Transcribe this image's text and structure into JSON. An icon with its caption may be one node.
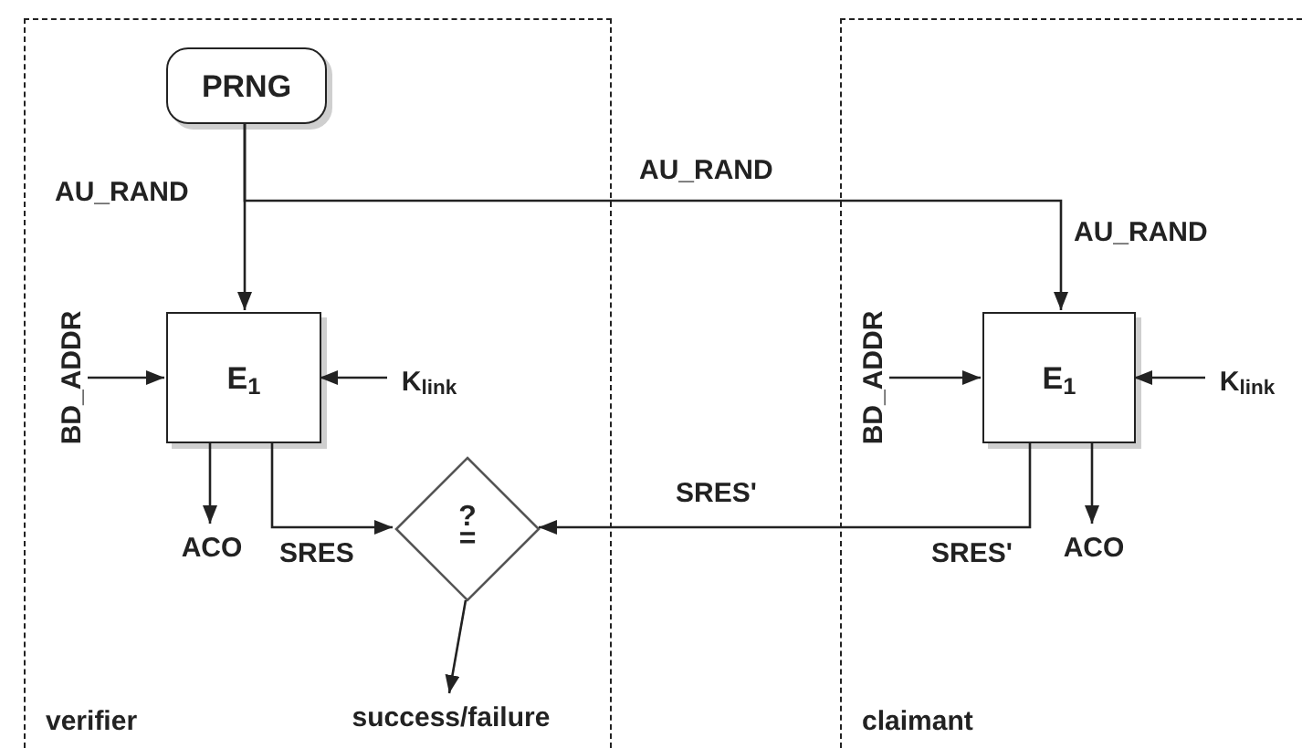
{
  "diagram": {
    "nodes": [
      {
        "text": [
          "verifier"
        ]
      },
      {
        "text": [
          "PRNG"
        ],
        "in": 0
      },
      {
        "text": [
          "E$_{1}$"
        ],
        "in": 0
      },
      {
        "text": [
          "BD_ADDR"
        ],
        "in": 0
      },
      {
        "text": [
          "K$_{link}$"
        ],
        "in": 0
      },
      {
        "text": [
          "ACO"
        ],
        "in": 0
      },
      {
        "text": [
          "?",
          "="
        ],
        "in": 0
      },
      {
        "text": [
          "success/failure"
        ],
        "in": 0
      },
      {
        "text": [
          "claimant"
        ]
      },
      {
        "text": [
          "E$_{1}$"
        ],
        "in": 8
      },
      {
        "text": [
          "BD_ADDR"
        ],
        "in": 8
      },
      {
        "text": [
          "K$_{link}$"
        ],
        "in": 8
      },
      {
        "text": [
          "ACO"
        ],
        "in": 8
      }
    ],
    "edges": [
      {
        "from": 1,
        "to": 2,
        "arrow": "to",
        "label": "AU_RAND"
      },
      {
        "from": 1,
        "to": 9,
        "arrow": "to",
        "label": "AU_RAND"
      },
      {
        "from": 3,
        "to": 2,
        "arrow": "to"
      },
      {
        "from": 4,
        "to": 2,
        "arrow": "to"
      },
      {
        "from": 2,
        "to": 5,
        "arrow": "to"
      },
      {
        "from": 2,
        "to": 6,
        "arrow": "to",
        "label": "SRES"
      },
      {
        "from": 9,
        "to": 6,
        "arrow": "to",
        "label": "SRES'"
      },
      {
        "from": 6,
        "to": 7,
        "arrow": "to"
      },
      {
        "from": 10,
        "to": 9,
        "arrow": "to"
      },
      {
        "from": 11,
        "to": 9,
        "arrow": "to"
      },
      {
        "from": 9,
        "to": 12,
        "arrow": "to"
      }
    ],
    "labels": [
      "AU_RAND",
      "SRES'"
    ]
  }
}
